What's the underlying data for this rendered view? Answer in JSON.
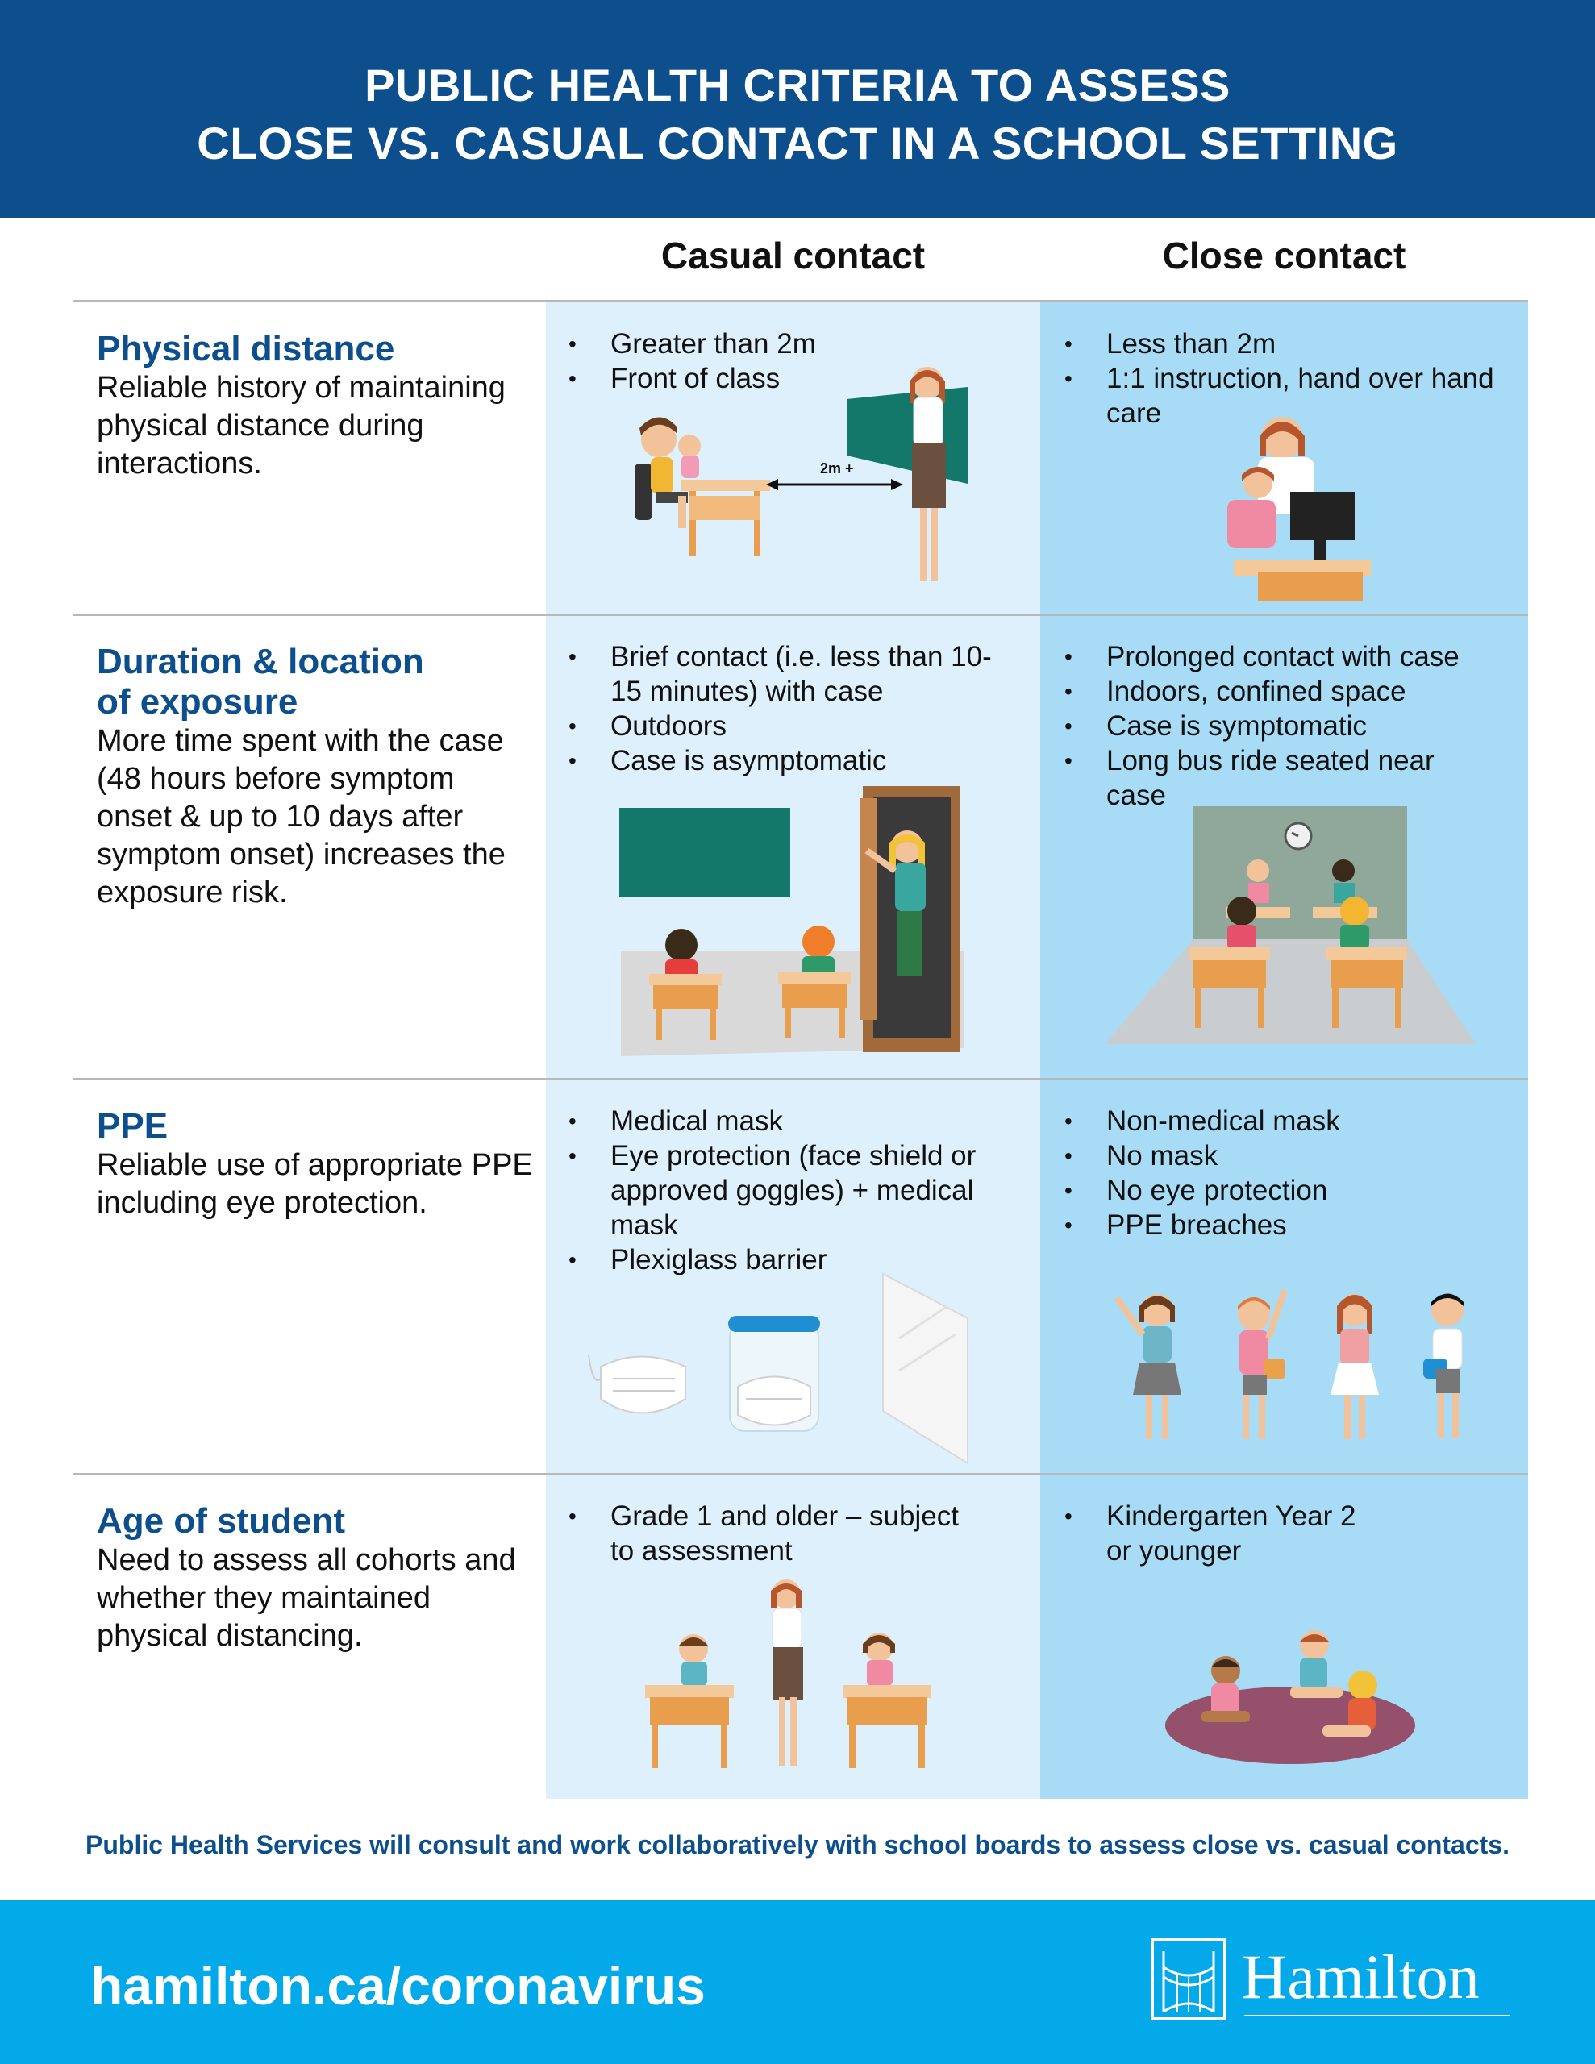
{
  "header": {
    "title_line1": "PUBLIC HEALTH CRITERIA TO ASSESS",
    "title_line2": "CLOSE VS. CASUAL CONTACT IN A SCHOOL SETTING"
  },
  "columns": {
    "casual": "Casual contact",
    "close": "Close contact"
  },
  "rows": [
    {
      "name": "Physical distance",
      "description": "Reliable history of maintaining physical distance during interactions.",
      "casual": [
        "Greater than 2m",
        "Front of class"
      ],
      "close": [
        "Less than 2m",
        "1:1 instruction, hand over hand care"
      ],
      "casual_illustration_label": "2m +"
    },
    {
      "name_line1": "Duration & location",
      "name_line2": "of exposure",
      "description": "More time spent with the case (48 hours before symptom onset & up to 10 days after symptom onset) increases the exposure risk.",
      "casual": [
        "Brief contact (i.e. less than 10-15 minutes) with case",
        "Outdoors",
        "Case is asymptomatic"
      ],
      "close": [
        "Prolonged contact with case",
        "Indoors, confined space",
        "Case is symptomatic",
        "Long bus ride seated near case"
      ]
    },
    {
      "name": "PPE",
      "description": "Reliable use of appropriate PPE including eye protection.",
      "casual": [
        "Medical mask",
        "Eye protection (face shield or approved goggles) + medical mask",
        "Plexiglass barrier"
      ],
      "close": [
        "Non-medical mask",
        "No mask",
        "No eye protection",
        "PPE breaches"
      ]
    },
    {
      "name": "Age of student",
      "description": "Need to assess all cohorts and whether they maintained physical distancing.",
      "casual": [
        "Grade 1 and older – subject to assessment"
      ],
      "close": [
        "Kindergarten Year 2 or younger"
      ]
    }
  ],
  "footer_note": "Public Health Services will consult and work collaboratively with school boards to assess close vs. casual contacts.",
  "footer": {
    "url": "hamilton.ca/coronavirus",
    "brand": "Hamilton"
  },
  "colors": {
    "header_bg": "#0d4f8c",
    "casual_bg": "#ddf0fb",
    "close_bg": "#a8dcf6",
    "footer_bg": "#03a9e8",
    "accent_text": "#0d4f8c"
  }
}
